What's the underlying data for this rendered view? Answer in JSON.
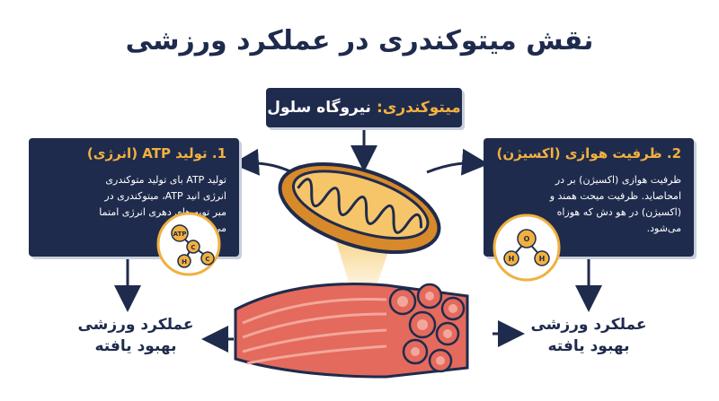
{
  "title": "نقش میتوکندری در عملکرد ورزشی",
  "center": {
    "label": "میتوکندری:",
    "value": "نیروگاه سلول"
  },
  "cards": [
    {
      "title": "1. تولید ATP (انرژی)",
      "body": "تولید ATP بای تولید متوکندری انرژی انید ATP، میتوکندری در مبر تویه های دهری انرژی امتما می بشید."
    },
    {
      "title": "2. ظرفیت هوازی (اکسیژن)",
      "body": "ظرفیت هوازی (اکسیژن) بر در امحاصاید. ظرفیت میحت همند و (اکسیژن) در هو دش که هوزاه می‌شود."
    }
  ],
  "icons": {
    "atp": {
      "name": "atp-molecule-icon",
      "labels": [
        "ATP",
        "C",
        "H",
        "C",
        "H"
      ]
    },
    "oxygen": {
      "name": "water-molecule-icon",
      "labels": [
        "H",
        "O",
        "H"
      ]
    }
  },
  "results": [
    {
      "line1": "عملکرد ورزشی",
      "line2": "بهبود یافته"
    },
    {
      "line1": "عملکرد ورزشی",
      "line2": "بهبود یافته"
    }
  ],
  "colors": {
    "navy": "#1f2b4d",
    "accent": "#f2b13f",
    "muscle": "#d9534a",
    "mito": "#d8892a"
  }
}
